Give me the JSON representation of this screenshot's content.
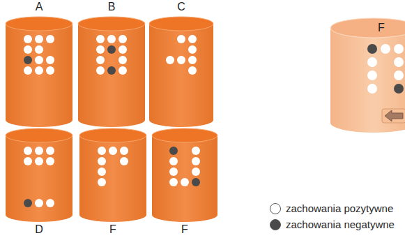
{
  "diagram": {
    "nodes": [
      {
        "text": [
          "A"
        ]
      },
      {
        "text": [
          "B"
        ]
      },
      {
        "text": [
          "C"
        ]
      },
      {
        "text": [
          "F"
        ]
      },
      {
        "text": [
          "D"
        ]
      },
      {
        "text": [
          "F"
        ]
      },
      {
        "text": [
          "F"
        ]
      }
    ],
    "legend": [
      {
        "text": "zachowania pozytywne",
        "color": "#ffffff"
      },
      {
        "text": "zachowania negatywne",
        "color": "#4a4a4a"
      }
    ]
  }
}
